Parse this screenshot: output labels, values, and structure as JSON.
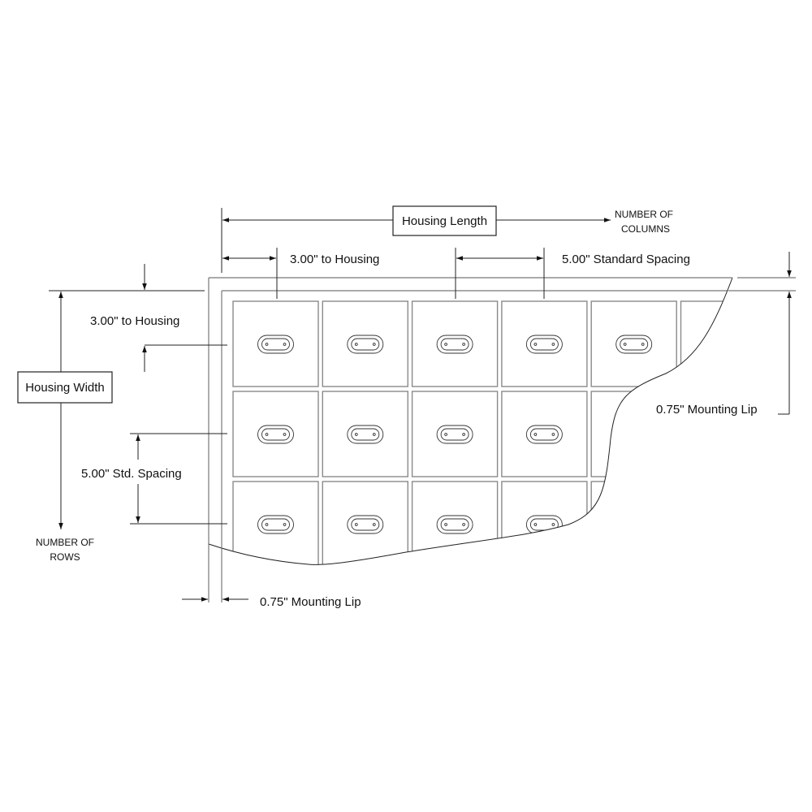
{
  "labels": {
    "housing_length": "Housing Length",
    "number_of_columns_1": "NUMBER OF",
    "number_of_columns_2": "COLUMNS",
    "to_housing_top": "3.00\" to Housing",
    "standard_spacing": "5.00\" Standard Spacing",
    "housing_width": "Housing Width",
    "to_housing_left": "3.00\" to Housing",
    "std_spacing": "5.00\" Std. Spacing",
    "number_of_rows_1": "NUMBER OF",
    "number_of_rows_2": "ROWS",
    "mounting_lip_right": "0.75\" Mounting Lip",
    "mounting_lip_bottom": "0.75\" Mounting Lip"
  },
  "grid": {
    "columns_shown": 6,
    "rows_shown": 3
  }
}
